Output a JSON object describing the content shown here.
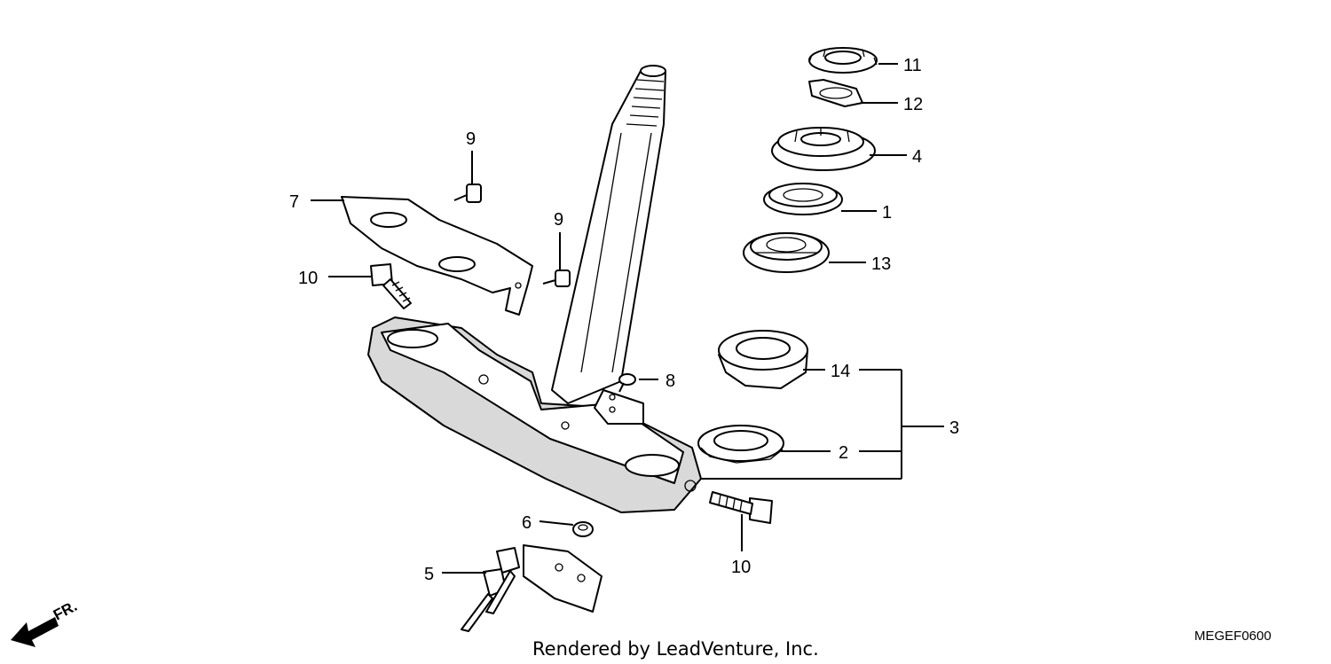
{
  "diagram": {
    "callouts": [
      "1",
      "2",
      "3",
      "4",
      "5",
      "6",
      "7",
      "8",
      "9",
      "9",
      "10",
      "10",
      "11",
      "12",
      "13",
      "14"
    ],
    "front_marker": "FR.",
    "footer_credit": "Rendered by LeadVenture, Inc.",
    "diagram_code": "MEGEF0600"
  }
}
